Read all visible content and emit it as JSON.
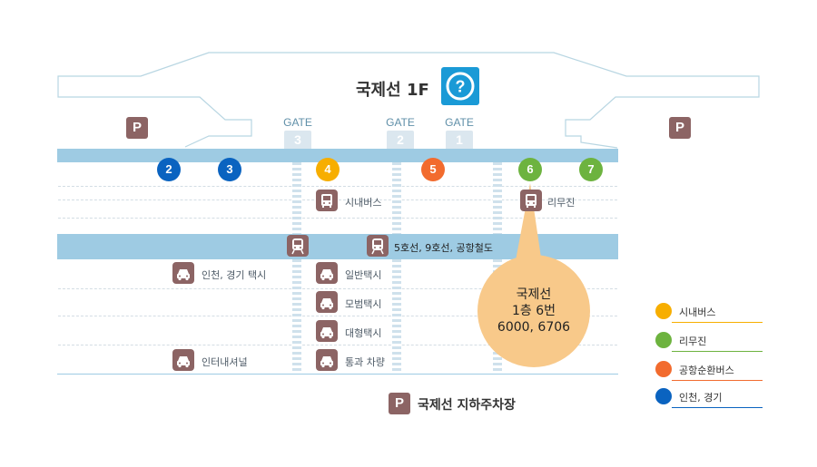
{
  "title": "국제선 1F",
  "help_icon": "question-icon",
  "parking_label": "P",
  "gates": [
    {
      "label": "GATE",
      "number": "3"
    },
    {
      "label": "GATE",
      "number": "2"
    },
    {
      "label": "GATE",
      "number": "1"
    }
  ],
  "stops": [
    {
      "number": "2",
      "color": "#0a63c0"
    },
    {
      "number": "3",
      "color": "#0a63c0"
    },
    {
      "number": "4",
      "color": "#f7ae00"
    },
    {
      "number": "5",
      "color": "#f26b2e"
    },
    {
      "number": "6",
      "color": "#6db33f"
    },
    {
      "number": "7",
      "color": "#6db33f"
    }
  ],
  "labels": {
    "city_bus": "시내버스",
    "limousine": "리무진",
    "subway": "5호선, 9호선, 공항철도",
    "incheon_taxi": "인천, 경기 택시",
    "regular_taxi": "일반택시",
    "deluxe_taxi": "모범택시",
    "large_taxi": "대형택시",
    "intl_taxi": "인터내셔널",
    "passing_vehicle": "통과 차량",
    "underground_parking": "국제선 지하주차장"
  },
  "callout": {
    "line1": "국제선",
    "line2": "1층 6번",
    "line3": "6000, 6706",
    "color": "#f8c98a"
  },
  "legend": [
    {
      "label": "시내버스",
      "color": "#f7ae00"
    },
    {
      "label": "리무진",
      "color": "#6db33f"
    },
    {
      "label": "공항순환버스",
      "color": "#f26b2e"
    },
    {
      "label": "인천, 경기",
      "color": "#0a63c0"
    }
  ]
}
